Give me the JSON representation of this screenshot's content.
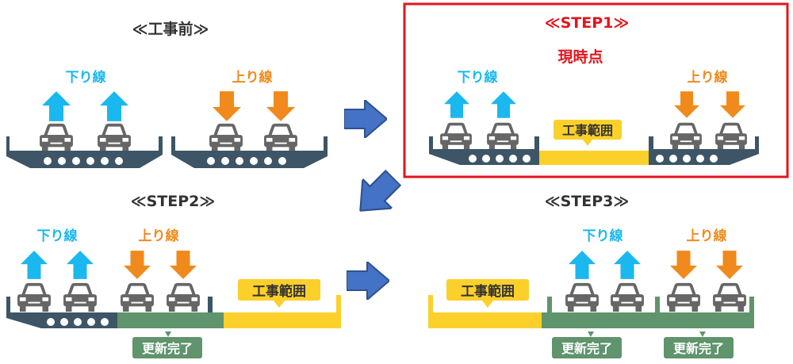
{
  "panels": {
    "before": {
      "title": "≪工事前≫",
      "down_label": "下り線",
      "up_label": "上り線"
    },
    "step1": {
      "title": "≪STEP1≫",
      "subtitle": "現時点",
      "down_label": "下り線",
      "up_label": "上り線",
      "work_label": "工事範囲"
    },
    "step2": {
      "title": "≪STEP2≫",
      "down_label": "下り線",
      "up_label": "上り線",
      "work_label": "工事範囲",
      "done_label": "更新完了"
    },
    "step3": {
      "title": "≪STEP3≫",
      "down_label": "下り線",
      "up_label": "上り線",
      "work_label": "工事範囲",
      "done_label_1": "更新完了",
      "done_label_2": "更新完了"
    }
  },
  "colors": {
    "down": "#1ab8ef",
    "up": "#f08a1c",
    "deck": "#3d5566",
    "car": "#666666",
    "work": "#fcd02a",
    "done": "#5f946c",
    "highlight": "#e4141b",
    "flow_arrow": "#4472c4"
  }
}
